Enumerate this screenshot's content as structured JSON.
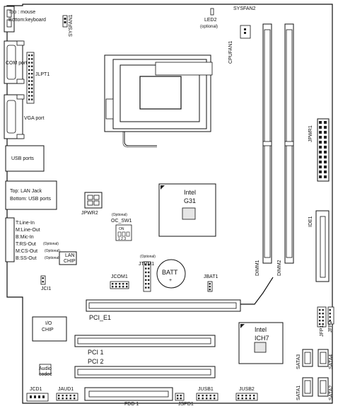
{
  "labels": {
    "top_mouse": "Top : mouse",
    "bottom_keyboard": "Bottom:keyboard",
    "sysfan1": "SYSFAN1",
    "led2": "LED2",
    "optional": "(optional)",
    "sysfan2": "SYSFAN2",
    "cpufan1": "CPUFAN1",
    "com_port": "COM port",
    "jlpt1": "JLPT1",
    "vga_port": "VGA port",
    "jpwr1": "JPWR1",
    "usb_ports": "USB ports",
    "top_lan": "Top: LAN Jack",
    "bottom_usb": "Bottom: USB ports",
    "intel_nb": "Intel",
    "g31": "G31",
    "jpwr2": "JPWR2",
    "optional_oc": "(Optional)",
    "oc_sw1": "OC_SW1",
    "on": "ON",
    "sw_nums": "1 2 3",
    "ide1": "IDE1",
    "t_line_in": "T:Line-In",
    "m_line_out": "M:Line-Out",
    "b_mic_in": "B:Mic-In",
    "t_rs_out": "T:RS-Out",
    "m_cs_out": "M:CS-Out",
    "b_ss_out": "B:SS-Out",
    "optional_small": "(Optional)",
    "lan_chip_1": "LAN",
    "lan_chip_2": "CHIP",
    "optional_jtpm": "(Optional)",
    "jtpm1": "JTPM1",
    "batt": "BATT",
    "batt_plus": "+",
    "jcom1": "JCOM1",
    "jbat1": "JBAT1",
    "dimm1": "DIMM1",
    "dimm2": "DIMM2",
    "jci1": "JCI1",
    "pci_e1": "PCI_E1",
    "jfp1": "JFP1",
    "jfp2": "JFP2",
    "io_chip_1": "I/O",
    "io_chip_2": "CHIP",
    "intel_sb": "Intel",
    "ich7": "ICH7",
    "pci1": "PCI 1",
    "pci2": "PCI 2",
    "sata3": "SATA3",
    "sata4": "SATA4",
    "sata1": "SATA1",
    "sata2": "SATA2",
    "audio_1": "Audio",
    "audio_2": "codec",
    "jcd1": "JCD1",
    "jaud1": "JAUD1",
    "jusb1": "JUSB1",
    "jusb2": "JUSB2",
    "fdd1": "FDD 1",
    "jspd1": "JSPD1"
  },
  "colors": {
    "ink": "#111111",
    "chip_fill": "#e6e6e6",
    "pin_fill": "#222222",
    "board": "#ffffff"
  }
}
